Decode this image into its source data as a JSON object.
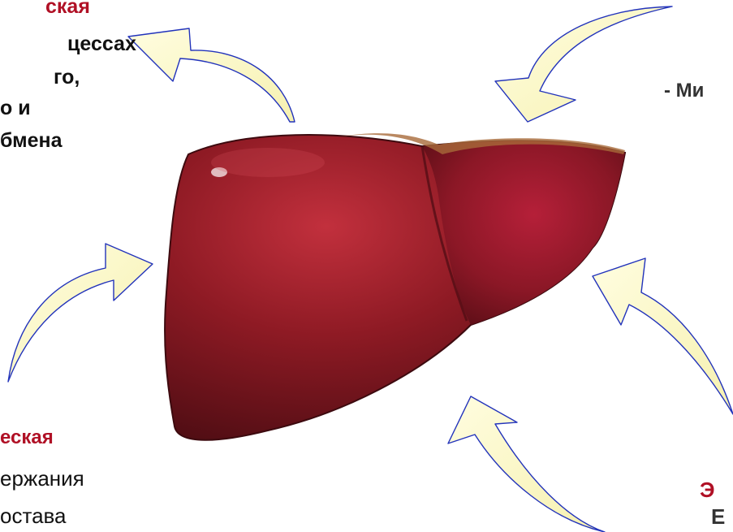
{
  "accent_color": "#b01025",
  "top_left": {
    "heading": "ская",
    "lines": [
      "цессах",
      "го,",
      "о и",
      "бмена"
    ]
  },
  "top_right": {
    "text": "- Ми"
  },
  "bottom_left": {
    "heading": "еская",
    "lines": [
      "ержания",
      "остава"
    ]
  },
  "bottom_right": {
    "heading": "Э",
    "sub": "Е"
  },
  "illustration": {
    "subject": "liver-icon",
    "arrows": 5
  }
}
